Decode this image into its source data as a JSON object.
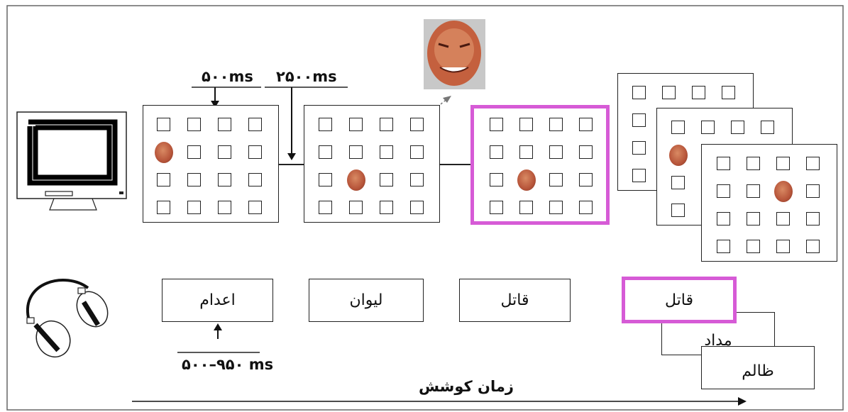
{
  "timing": {
    "fixation": "۵۰۰ms",
    "search": "۲۵۰۰ms",
    "word_onset": "۵۰۰–۹۵۰ ms"
  },
  "time_axis_label": "زمان کوشش",
  "words": [
    "اعدام",
    "ليوان",
    "قاتل",
    "قاتل",
    "مداد",
    "ظالم"
  ],
  "highlight_color": "#d65bd6"
}
